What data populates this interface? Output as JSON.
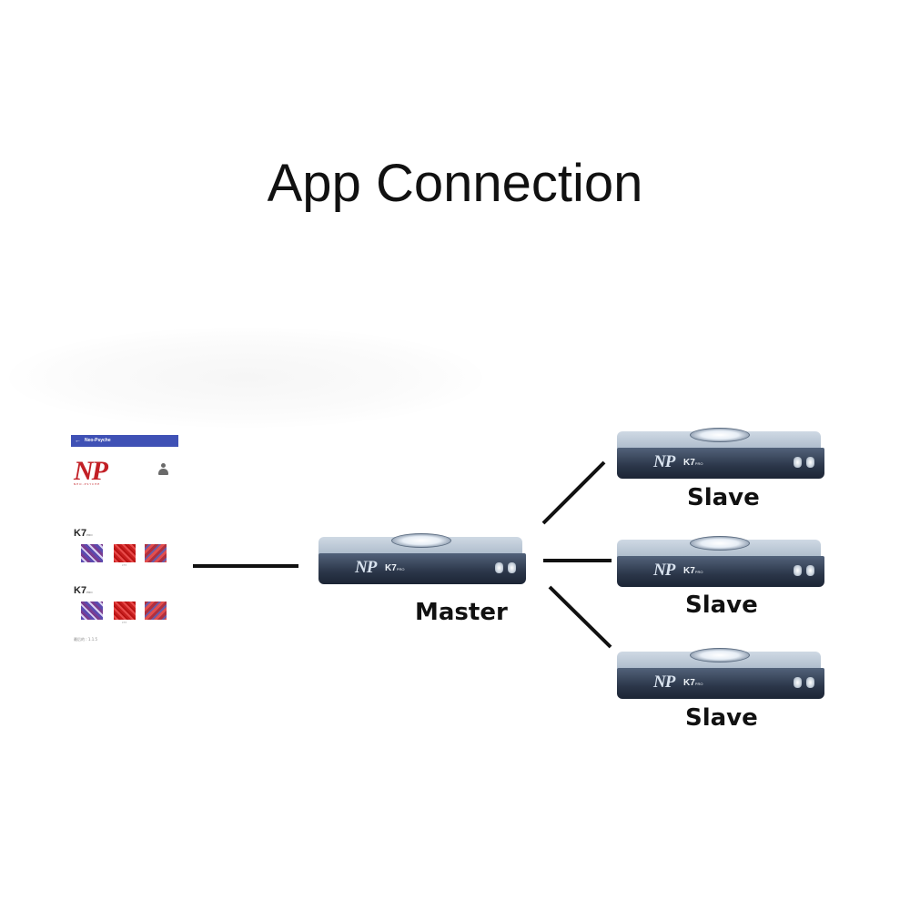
{
  "title": "App Connection",
  "app": {
    "header_title": "Neo-Psyche",
    "back_icon": "arrow-left-icon",
    "logo_text": "NP",
    "brand_name": "NEO-PSYCHE",
    "profile_icon": "user-icon",
    "groups": [
      {
        "name": "K7",
        "suffix": "PRO",
        "thumb_captions": [
          "",
          "LT3",
          ""
        ]
      },
      {
        "name": "K7",
        "suffix": "PRO",
        "thumb_captions": [
          "",
          "LT3",
          ""
        ]
      }
    ],
    "footer": "最后的 : 1.1.5"
  },
  "devices": {
    "logo": "NP",
    "model": "K7",
    "model_suffix": "PRO",
    "master_label": "Master",
    "slave_labels": [
      "Slave",
      "Slave",
      "Slave"
    ]
  },
  "colors": {
    "app_header": "#3f51b5",
    "brand_red": "#c21f25",
    "connector": "#111111"
  }
}
